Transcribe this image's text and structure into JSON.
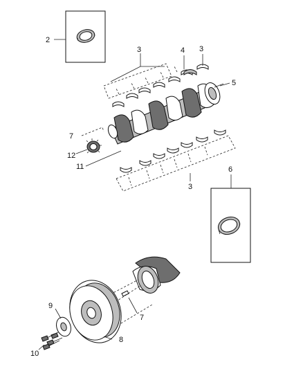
{
  "diagram": {
    "callouts": {
      "c2": "2",
      "c3a": "3",
      "c4": "4",
      "c3b": "3",
      "c5": "5",
      "c7a": "7",
      "c12": "12",
      "c11": "11",
      "c3c": "3",
      "c6": "6",
      "c9": "9",
      "c7b": "7",
      "c8": "8",
      "c10": "10"
    },
    "icons": {
      "rear-seal-ring": "ring-seal-icon",
      "front-seal-ring": "ring-seal-icon",
      "crankshaft": "crankshaft-icon",
      "bearing-shell": "half-shell-bearing-icon",
      "sprocket": "gear-icon",
      "damper": "pulley-icon",
      "bolts": "bolt-icon"
    }
  }
}
